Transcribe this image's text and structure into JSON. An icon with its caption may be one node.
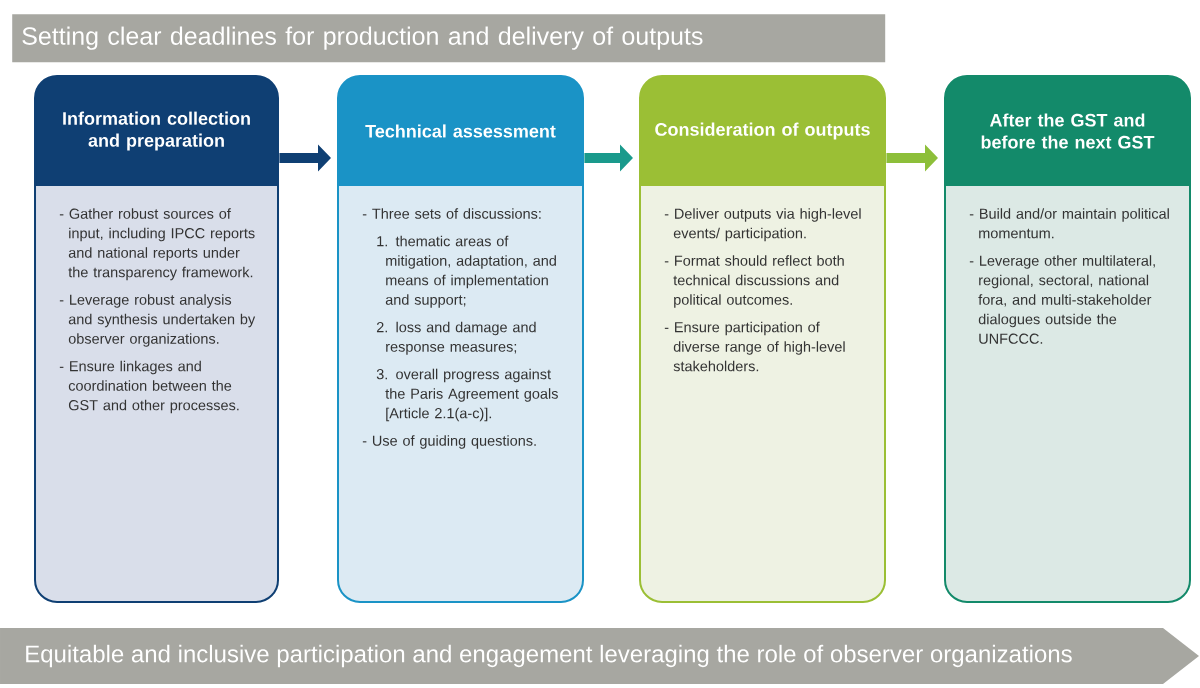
{
  "diagram": {
    "nodes": [
      {
        "text": [
          "Setting clear deadlines for production and delivery of outputs"
        ]
      },
      {
        "text": [
          "Information collection and preparation",
          "- Gather robust sources of input, including IPCC reports and national reports under the transparency framework.",
          "- Leverage robust analysis and synthesis undertaken by observer organizations.",
          "- Ensure linkages and coordination between the GST and other processes."
        ]
      },
      {
        "text": [
          "Technical assessment",
          "- Three sets of discussions:",
          "1. thematic areas of mitigation, adaptation, and means of implementation and support;",
          "2. loss and damage and response measures;",
          "3. overall progress against the Paris Agreement goals [Article 2.1(a-c)].",
          "- Use of guiding questions."
        ]
      },
      {
        "text": [
          "Consideration of outputs",
          "- Deliver outputs via high-level events/ participation.",
          "- Format should reflect both technical discussions and political outcomes.",
          "- Ensure participation of diverse range of high-level stakeholders."
        ]
      },
      {
        "text": [
          "After the GST and before the next GST",
          "- Build and/or maintain political momentum.",
          "- Leverage other multilateral, regional, sectoral, national fora, and multi-stakeholder dialogues outside the UNFCCC."
        ]
      },
      {
        "text": [
          "Equitable and inclusive participation and engagement leveraging the role of observer organizations"
        ]
      }
    ],
    "edges": [
      {
        "from": 1,
        "to": 2,
        "arrow": "to",
        "color": "#0f3f73"
      },
      {
        "from": 2,
        "to": 3,
        "arrow": "to",
        "color": "#1a9a8c"
      },
      {
        "from": 3,
        "to": 4,
        "arrow": "to",
        "color": "#8dbf3a"
      }
    ]
  }
}
